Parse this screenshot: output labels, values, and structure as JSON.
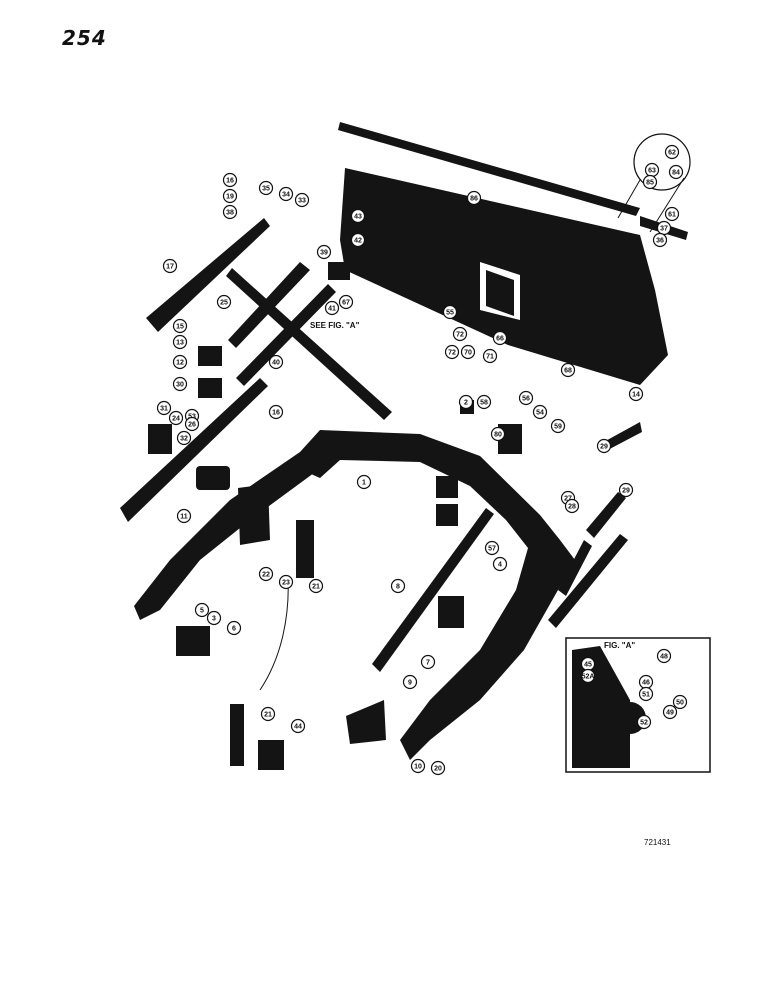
{
  "page": {
    "page_number": "254",
    "drawing_number": "721431"
  },
  "labels": {
    "see_fig": "SEE FIG. \"A\"",
    "fig_a_title": "FIG. \"A\""
  },
  "callouts": [
    "62",
    "63",
    "84",
    "85",
    "61",
    "37",
    "36",
    "16",
    "19",
    "38",
    "35",
    "34",
    "33",
    "86",
    "43",
    "42",
    "17",
    "39",
    "25",
    "40",
    "41",
    "67",
    "55",
    "72",
    "72",
    "70",
    "71",
    "66",
    "68",
    "14",
    "15",
    "13",
    "12",
    "30",
    "53",
    "32",
    "31",
    "24",
    "26",
    "16",
    "2",
    "58",
    "56",
    "54",
    "59",
    "80",
    "1",
    "29",
    "11",
    "27",
    "29",
    "28",
    "22",
    "23",
    "21",
    "8",
    "57",
    "4",
    "5",
    "3",
    "6",
    "7",
    "9",
    "10",
    "20",
    "21",
    "44",
    "45",
    "52A",
    "48",
    "46",
    "51",
    "50",
    "49",
    "52"
  ]
}
